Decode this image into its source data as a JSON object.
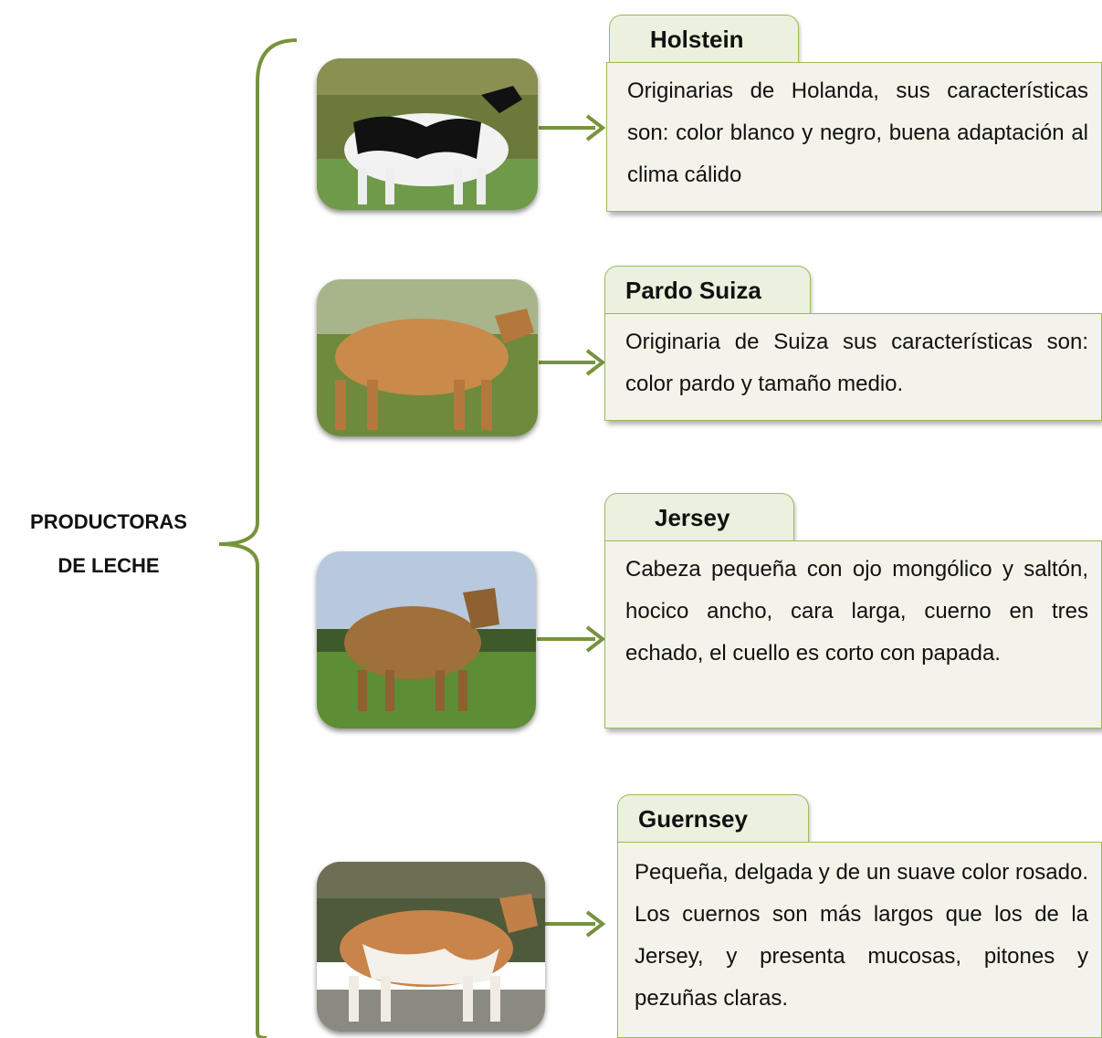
{
  "root": {
    "line1": "PRODUCTORAS",
    "line2": "DE LECHE"
  },
  "colors": {
    "bracket": "#77933c",
    "arrow": "#77933c",
    "tab_fill": "#ebf1de",
    "tab_border": "#9bbb59",
    "box_fill": "#f4f3ea"
  },
  "breeds": [
    {
      "name": "Holstein",
      "description": "Originarias de Holanda, sus características son: color blanco y negro, buena adaptación al clima cálido"
    },
    {
      "name": "Pardo Suiza",
      "description": "Originaria de Suiza sus características son: color pardo y tamaño medio."
    },
    {
      "name": "Jersey",
      "description": "Cabeza pequeña con ojo mongólico y saltón, hocico ancho, cara larga, cuerno en tres echado, el cuello es corto con papada."
    },
    {
      "name": "Guernsey",
      "description": "Pequeña, delgada y de un suave color rosado.  Los cuernos son más largos que los de la Jersey, y presenta mucosas, pitones y pezuñas claras."
    }
  ]
}
